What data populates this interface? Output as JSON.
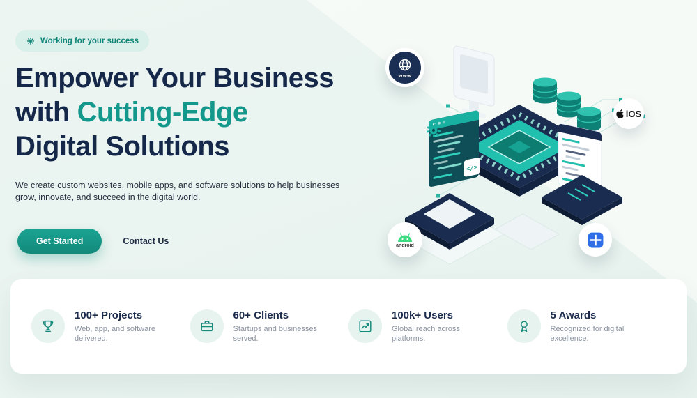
{
  "badge": {
    "label": "Working for your success"
  },
  "heading": {
    "line1": "Empower Your Business",
    "line2_prefix": "with ",
    "line2_accent": "Cutting-Edge",
    "line3": "Digital Solutions"
  },
  "description": "We create custom websites, mobile apps, and software solutions to help businesses grow, innovate, and succeed in the digital world.",
  "cta": {
    "primary": "Get Started",
    "secondary": "Contact Us"
  },
  "floating_badges": {
    "www": "www",
    "ios": "iOS",
    "android": "android"
  },
  "stats": {
    "items": [
      {
        "icon": "trophy-icon",
        "title": "100+ Projects",
        "subtitle": "Web, app, and software delivered."
      },
      {
        "icon": "briefcase-icon",
        "title": "60+ Clients",
        "subtitle": "Startups and businesses served."
      },
      {
        "icon": "chart-icon",
        "title": "100k+ Users",
        "subtitle": "Global reach across platforms."
      },
      {
        "icon": "award-icon",
        "title": "5 Awards",
        "subtitle": "Recognized for digital excellence."
      }
    ]
  },
  "colors": {
    "accent_teal": "#14988b",
    "heading_navy": "#16284a",
    "pill_bg": "#d9efe9",
    "card_bg": "#ffffff",
    "android_green": "#3ddc84",
    "windows_blue": "#2e6fe8"
  }
}
